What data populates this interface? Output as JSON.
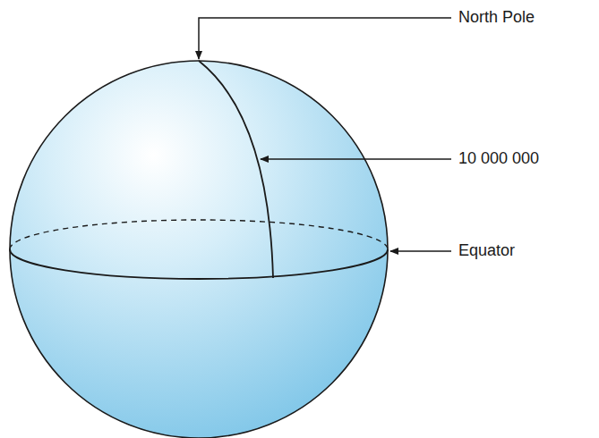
{
  "diagram": {
    "labels": [
      "North Pole",
      "10 000 000",
      "Equator"
    ]
  }
}
